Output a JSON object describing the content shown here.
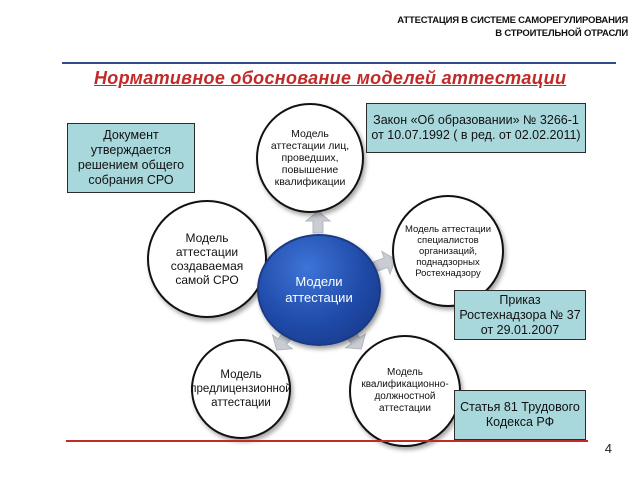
{
  "header": {
    "line1": "АТТЕСТАЦИЯ В СИСТЕМЕ САМОРЕГУЛИРОВАНИЯ",
    "line2": "В СТРОИТЕЛЬНОЙ ОТРАСЛИ"
  },
  "title": "Нормативное обоснование моделей  аттестации",
  "center": {
    "label": "Модели аттестации"
  },
  "nodes": {
    "top": "Модель аттестации лиц, проведших, повышение квалификации",
    "top_right": "Модель аттестации специалистов организаций, поднадзорных Ростехнадзору",
    "bottom_right": "Модель квалификационно-должностной аттестации",
    "bottom_left": "Модель предлицензионной аттестации",
    "top_left": "Модель аттестации создаваемая самой СРО"
  },
  "notes": {
    "document": "Документ утверждается решением общего собрания СРО",
    "law": "Закон «Об образовании» № 3266-1 от  10.07.1992 ( в ред. от 02.02.2011)",
    "order": "Приказ Ростехнадзора № 37 от 29.01.2007",
    "labor_code": "Статья 81 Трудового Кодекса РФ"
  },
  "page_number": "4",
  "colors": {
    "title": "#c22a2a",
    "note_fill": "#a9d8dc",
    "center_fill": "#1f4aa8",
    "top_rule": "#2b4f86",
    "arrow": "#c9ccd2"
  }
}
